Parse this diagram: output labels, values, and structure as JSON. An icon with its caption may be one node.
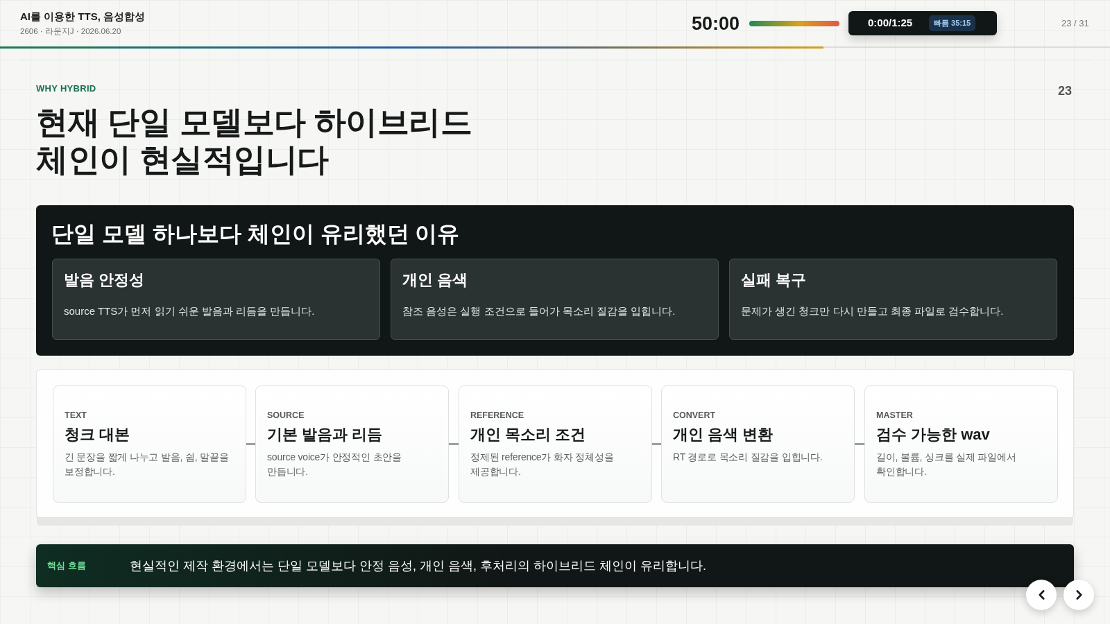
{
  "diagram": {
    "title": "현재 단일 모델보다 하이브리드 체인이 현실적입니다",
    "nodes": [
      {
        "text": [
          "단일 모델 하나보다 체인이 유리했던 이유"
        ]
      },
      {
        "text": [
          "발음 안정성",
          "source TTS가 먼저 읽기 쉬운 발음과 리듬을 만듭니다."
        ],
        "in": 0
      },
      {
        "text": [
          "개인 음색",
          "참조 음성은 실행 조건으로 들어가 목소리 질감을 입힙니다."
        ],
        "in": 0
      },
      {
        "text": [
          "실패 복구",
          "문제가 생긴 청크만 다시 만들고 최종 파일로 검수합니다."
        ],
        "in": 0
      },
      {
        "text": [],
        "shape": "box"
      },
      {
        "text": [
          "TEXT",
          "청크 대본",
          "긴 문장을 짧게 나누고 발음, 쉼, 말끝을 보정합니다."
        ],
        "in": 4
      },
      {
        "text": [
          "SOURCE",
          "기본 발음과 리듬",
          "source voice가 안정적인 초안을 만듭니다."
        ],
        "in": 4
      },
      {
        "text": [
          "REFERENCE",
          "개인 목소리 조건",
          "정제된 reference가 화자 정체성을 제공합니다."
        ],
        "in": 4
      },
      {
        "text": [
          "CONVERT",
          "개인 음색 변환",
          "RT 경로로 목소리 질감을 입힙니다."
        ],
        "in": 4
      },
      {
        "text": [
          "MASTER",
          "검수 가능한 wav",
          "길이, 볼륨, 싱크를 실제 파일에서 확인합니다."
        ],
        "in": 4
      },
      {
        "text": [
          "핵심 흐름",
          "현실적인 제작 환경에서는 단일 모델보다 안정 음성, 개인 음색, 후처리의 하이브리드 체인이 유리합니다."
        ]
      }
    ],
    "edges": [
      {
        "from": 5,
        "to": 6,
        "arrow": "none"
      },
      {
        "from": 6,
        "to": 7,
        "arrow": "none"
      },
      {
        "from": 7,
        "to": 8,
        "arrow": "none"
      },
      {
        "from": 8,
        "to": 9,
        "arrow": "none"
      }
    ],
    "labels": [
      "AI를 이용한 TTS, 음성합성",
      "2606 · 라운지J · 2026.06.20",
      "50:00",
      "0:00/1:25",
      "빠름 35:15",
      "23 / 31",
      "WHY HYBRID",
      "23"
    ]
  }
}
